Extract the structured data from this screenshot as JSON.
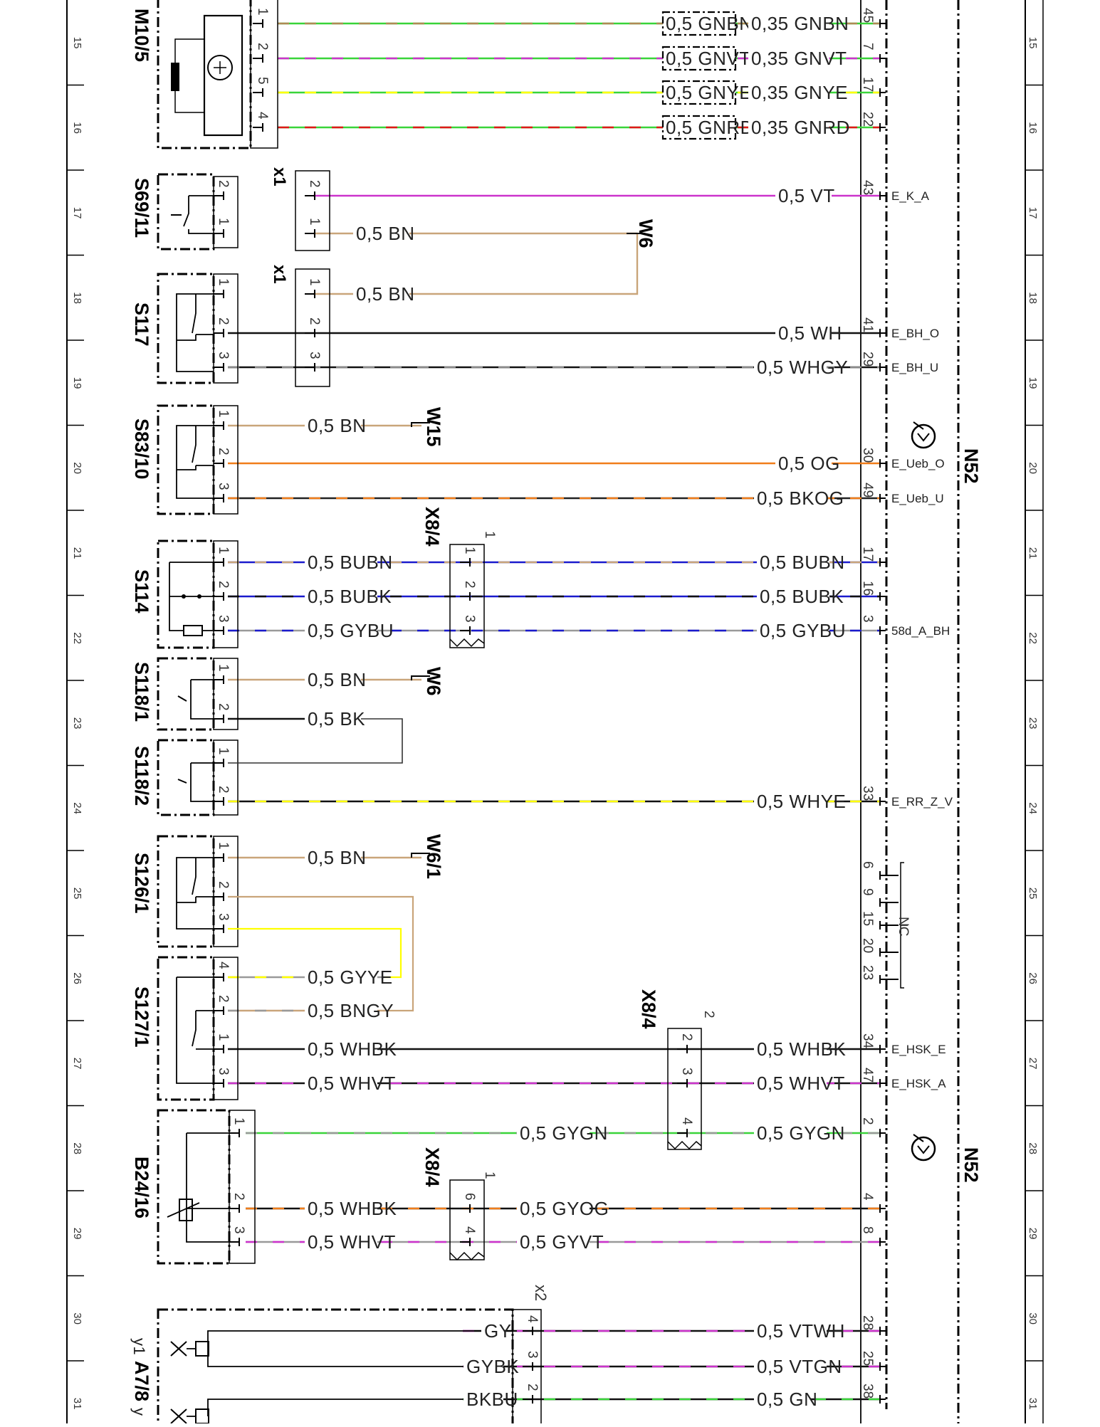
{
  "rows": {
    "numbers": [
      "15",
      "16",
      "17",
      "18",
      "19",
      "20",
      "21",
      "22",
      "23",
      "24",
      "25",
      "26",
      "27",
      "28",
      "29",
      "30",
      "31"
    ]
  },
  "controller": {
    "name": "N52",
    "nc_label": "NC",
    "nc_pins": [
      "6",
      "9",
      "15",
      "20",
      "23"
    ]
  },
  "components": [
    {
      "name": "M10/5",
      "pins": [
        "1",
        "2",
        "5",
        "4"
      ]
    },
    {
      "name": "S69/11",
      "pins": [
        "2",
        "1"
      ]
    },
    {
      "name": "S117",
      "pins": [
        "1",
        "2",
        "3"
      ]
    },
    {
      "name": "S83/10",
      "pins": [
        "1",
        "2",
        "3"
      ]
    },
    {
      "name": "S114",
      "pins": [
        "1",
        "2",
        "3"
      ]
    },
    {
      "name": "S118/1",
      "pins": [
        "1",
        "2"
      ]
    },
    {
      "name": "S118/2",
      "pins": [
        "1",
        "2"
      ]
    },
    {
      "name": "S126/1",
      "pins": [
        "1",
        "2",
        "3"
      ]
    },
    {
      "name": "S127/1",
      "pins": [
        "4",
        "2",
        "1",
        "3"
      ]
    },
    {
      "name": "B24/16",
      "pins": [
        "1",
        "2",
        "3"
      ]
    },
    {
      "name": "A7/8",
      "prefix": "y1",
      "suffix": "y"
    }
  ],
  "connectors": [
    {
      "name": "x1",
      "pins": [
        "2",
        "1"
      ]
    },
    {
      "name": "x1",
      "pins": [
        "1",
        "2",
        "3"
      ]
    },
    {
      "name": "X8/4",
      "num": "1",
      "pins": [
        "1",
        "2",
        "3"
      ]
    },
    {
      "name": "X8/4",
      "num": "2",
      "pins": [
        "2",
        "3",
        "4"
      ]
    },
    {
      "name": "X8/4",
      "num": "1",
      "pins": [
        "6",
        "4"
      ]
    },
    {
      "name": "x2",
      "pins": [
        "4",
        "3",
        "2"
      ]
    }
  ],
  "grounds": [
    "W6",
    "W15",
    "W6",
    "W6/1"
  ],
  "wires": [
    {
      "id": "m105-1",
      "left": "0,5 GNBN",
      "right": "0,35 GNBN",
      "pin": "45",
      "signal": "",
      "c1": "#39d439",
      "c2": "#b08a55"
    },
    {
      "id": "m105-2",
      "left": "0,5 GNVT",
      "right": "0,35 GNVT",
      "pin": "7",
      "signal": "",
      "c1": "#39d439",
      "c2": "#cc33cc"
    },
    {
      "id": "m105-5",
      "left": "0,5 GNYE",
      "right": "0,35 GNYE",
      "pin": "17",
      "signal": "",
      "c1": "#39d439",
      "c2": "#ffff00"
    },
    {
      "id": "m105-4",
      "left": "0,5 GNRD",
      "right": "0,35 GNRD",
      "pin": "22",
      "signal": "",
      "c1": "#39d439",
      "c2": "#e01818"
    },
    {
      "id": "s6911-2",
      "left": "",
      "right": "0,5 VT",
      "pin": "43",
      "signal": "E_K_A",
      "c1": "#cc33cc",
      "c2": ""
    },
    {
      "id": "s6911-1",
      "left": "0,5 BN",
      "right": "",
      "pin": "",
      "signal": "",
      "c1": "#c9a57a",
      "c2": ""
    },
    {
      "id": "s117-1",
      "left": "0,5 BN",
      "right": "",
      "pin": "",
      "signal": "",
      "c1": "#c9a57a",
      "c2": ""
    },
    {
      "id": "s117-2",
      "left": "",
      "right": "0,5 WH",
      "pin": "41",
      "signal": "E_BH_O",
      "c1": "#111111",
      "c2": ""
    },
    {
      "id": "s117-3",
      "left": "",
      "right": "0,5 WHGY",
      "pin": "29",
      "signal": "E_BH_U",
      "c1": "#111111",
      "c2": "#8a8a8a"
    },
    {
      "id": "s8310-1",
      "left": "0,5 BN",
      "right": "",
      "pin": "",
      "signal": "",
      "c1": "#c9a57a",
      "c2": ""
    },
    {
      "id": "s8310-2",
      "left": "",
      "right": "0,5 OG",
      "pin": "30",
      "signal": "E_Ueb_O",
      "c1": "#f07d1a",
      "c2": ""
    },
    {
      "id": "s8310-3",
      "left": "",
      "right": "0,5 BKOG",
      "pin": "49",
      "signal": "E_Ueb_U",
      "c1": "#222222",
      "c2": "#f07d1a"
    },
    {
      "id": "s114-1",
      "left": "0,5 BUBN",
      "right": "0,5 BUBN",
      "pin": "17",
      "signal": "",
      "c1": "#1a1acc",
      "c2": "#c9a57a"
    },
    {
      "id": "s114-2",
      "left": "0,5 BUBK",
      "right": "0,5 BUBK",
      "pin": "16",
      "signal": "",
      "c1": "#1a1acc",
      "c2": "#111111"
    },
    {
      "id": "s114-3",
      "left": "0,5 GYBU",
      "right": "0,5 GYBU",
      "pin": "3",
      "signal": "58d_A_BH",
      "c1": "#999999",
      "c2": "#1a1acc"
    },
    {
      "id": "s1181-1",
      "left": "0,5 BN",
      "right": "",
      "pin": "",
      "signal": "",
      "c1": "#c9a57a",
      "c2": ""
    },
    {
      "id": "s1181-2",
      "left": "0,5 BK",
      "right": "",
      "pin": "",
      "signal": "",
      "c1": "#111111",
      "c2": ""
    },
    {
      "id": "s1182-2",
      "left": "",
      "right": "0,5 WHYE",
      "pin": "33",
      "signal": "E_RR_Z_V",
      "c1": "#111111",
      "c2": "#ffff00"
    },
    {
      "id": "s1261-1",
      "left": "0,5 BN",
      "right": "",
      "pin": "",
      "signal": "",
      "c1": "#c9a57a",
      "c2": ""
    },
    {
      "id": "s1271-4",
      "left": "0,5 GYYE",
      "right": "",
      "pin": "",
      "signal": "",
      "c1": "#999999",
      "c2": "#ffff00"
    },
    {
      "id": "s1271-2",
      "left": "0,5 BNGY",
      "right": "",
      "pin": "",
      "signal": "",
      "c1": "#c9a57a",
      "c2": "#999999"
    },
    {
      "id": "s1271-1",
      "left": "0,5 WHBK",
      "right": "0,5 WHBK",
      "pin": "34",
      "signal": "E_HSK_E",
      "c1": "#111111",
      "c2": ""
    },
    {
      "id": "s1271-3",
      "left": "0,5 WHVT",
      "right": "0,5 WHVT",
      "pin": "47",
      "signal": "E_HSK_A",
      "c1": "#111111",
      "c2": "#cc33cc"
    },
    {
      "id": "b2416-1",
      "left": "0,5 GYGN",
      "right": "0,5 GYGN",
      "pin": "2",
      "signal": "",
      "c1": "#39d439",
      "c2": "#999999"
    },
    {
      "id": "b2416-2",
      "left": "0,5 WHBK",
      "right": "0,5 GYOG",
      "pin": "4",
      "signal": "",
      "c1": "#111111",
      "c2": "#f07d1a"
    },
    {
      "id": "b2416-3",
      "left": "0,5 WHVT",
      "right": "0,5 GYVT",
      "pin": "8",
      "signal": "",
      "c1": "#999999",
      "c2": "#cc33cc"
    },
    {
      "id": "a78-4",
      "left": "GY",
      "right": "0,5 VTWH",
      "pin": "28",
      "signal": "",
      "c1": "#111111",
      "c2": "#cc33cc"
    },
    {
      "id": "a78-3",
      "left": "GYBK",
      "right": "0,5 VTGN",
      "pin": "25",
      "signal": "",
      "c1": "#111111",
      "c2": "#cc33cc"
    },
    {
      "id": "a78-2",
      "left": "BKBU",
      "right": "0,5 GN",
      "pin": "38",
      "signal": "",
      "c1": "#111111",
      "c2": "#39d439"
    }
  ]
}
